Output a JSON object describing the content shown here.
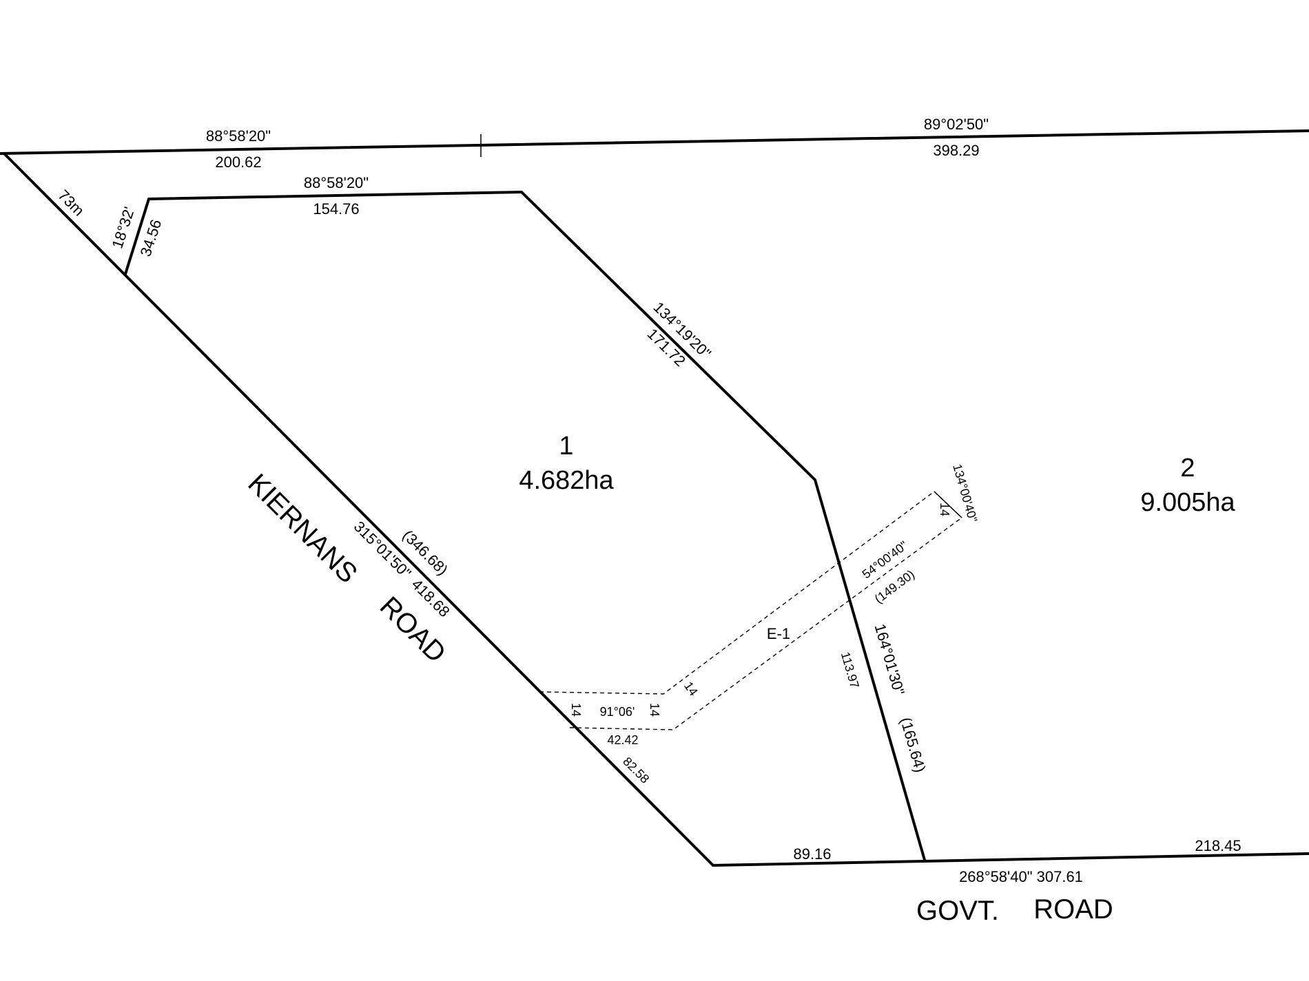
{
  "lots": [
    {
      "number": "1",
      "area": "4.682ha"
    },
    {
      "number": "2",
      "area": "9.005ha"
    }
  ],
  "roads": {
    "kiernans_1": "KIERNANS",
    "kiernans_2": "ROAD",
    "govt_1": "GOVT.",
    "govt_2": "ROAD"
  },
  "easement": {
    "label": "E-1"
  },
  "dimensions": {
    "north_bearing_west": "88°58'20\"",
    "north_distance_west": "200.62",
    "north_bearing_east": "89°02'50\"",
    "north_distance_east": "398.29",
    "lot1_top_bearing": "88°58'20\"",
    "lot1_top_distance": "154.76",
    "lot1_ne_bearing": "134°19'20\"",
    "lot1_ne_distance": "171.72",
    "splay_bearing": "18°32'",
    "splay_distance": "34.56",
    "road_width": "73m",
    "kiernans_paren": "(346.68)",
    "kiernans_bearing": "315°01'50\"",
    "kiernans_distance": "418.68",
    "kiernans_lower": "82.58",
    "east_line_bearing": "164°01'30\"",
    "east_line_paren": "(165.64)",
    "east_line_distance": "113.97",
    "ease_bearing_1": "54°00'40\"",
    "ease_paren": "(149.30)",
    "ease_end_bearing": "134°00'40\"",
    "ease_width_end": "14",
    "ease_width_mid": "14",
    "ease_width_left": "14",
    "ease_width_right": "14",
    "ease_angle": "91°06'",
    "ease_bottom": "42.42",
    "south_left_distance": "89.16",
    "south_bearing_distance": "268°58'40\" 307.61",
    "south_right_distance": "218.45"
  }
}
